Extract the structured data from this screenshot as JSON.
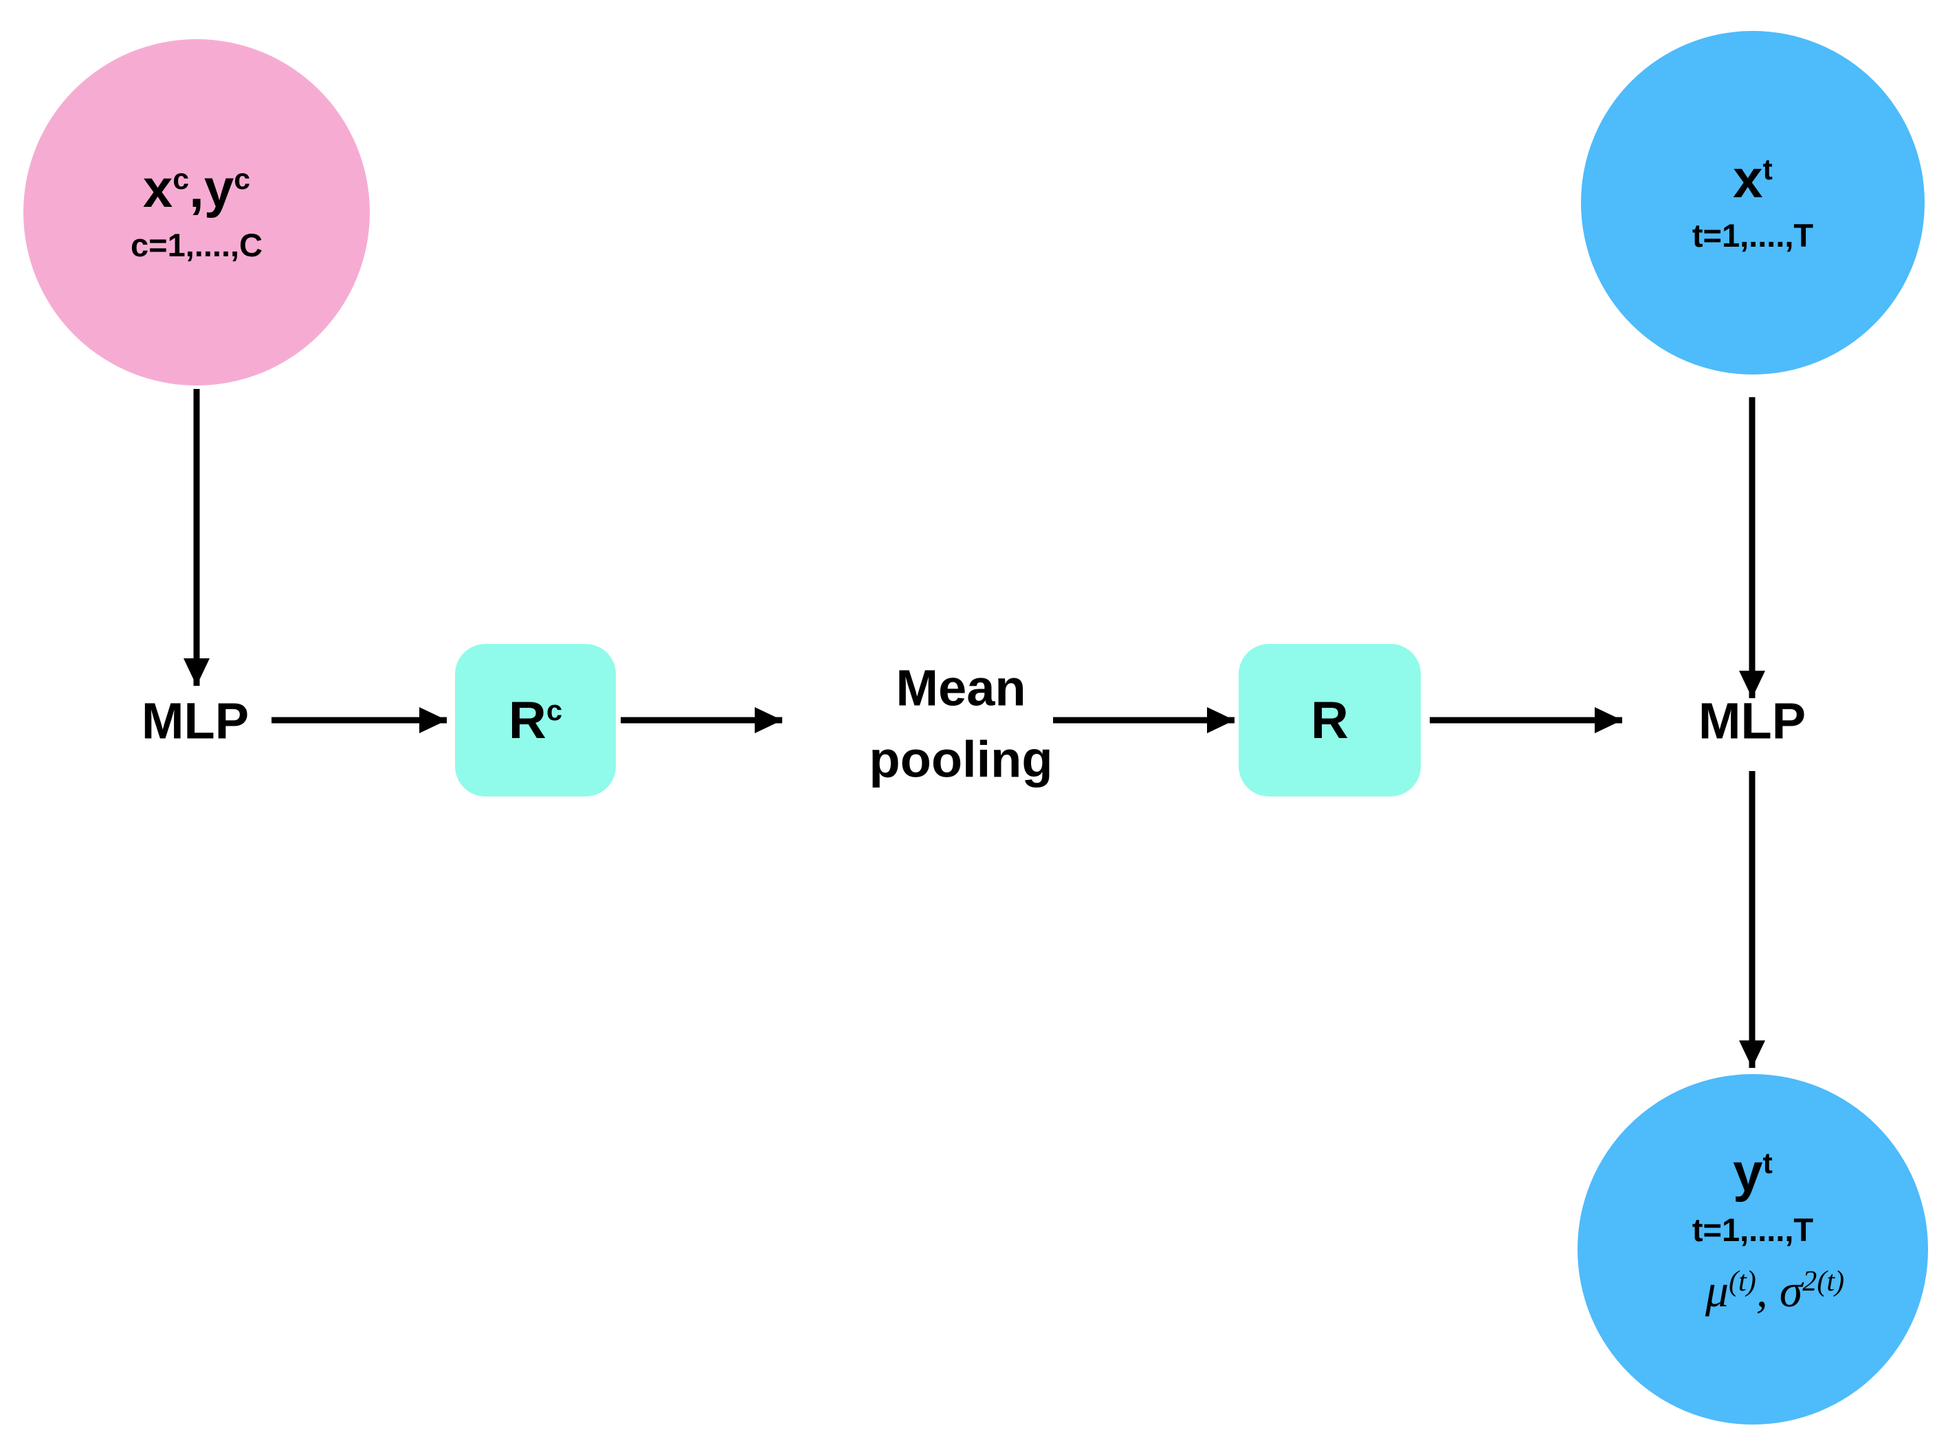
{
  "diagram": {
    "context_circle": {
      "var_x": "x",
      "var_x_sup": "c",
      "comma": ",",
      "var_y": "y",
      "var_y_sup": "c",
      "range": "c=1,....,C"
    },
    "target_input_circle": {
      "var_x": "x",
      "var_x_sup": "t",
      "range": "t=1,....,T"
    },
    "target_output_circle": {
      "var_y": "y",
      "var_y_sup": "t",
      "range": "t=1,....,T",
      "mu": "μ",
      "mu_sup": "(t)",
      "separator": ", ",
      "sigma": "σ",
      "sigma_sup": "2(t)"
    },
    "encoder_mlp_label": "MLP",
    "decoder_mlp_label": "MLP",
    "rc_box": {
      "label": "R",
      "label_sup": "c"
    },
    "r_box": {
      "label": "R"
    },
    "mean_pooling": {
      "line1": "Mean",
      "line2": "pooling"
    },
    "colors": {
      "context_pink": "#F6ACD2",
      "target_blue": "#4EBBFB",
      "representation_cyan": "#90FBEA",
      "arrow_black": "#000000",
      "background": "#FFFFFF"
    }
  }
}
